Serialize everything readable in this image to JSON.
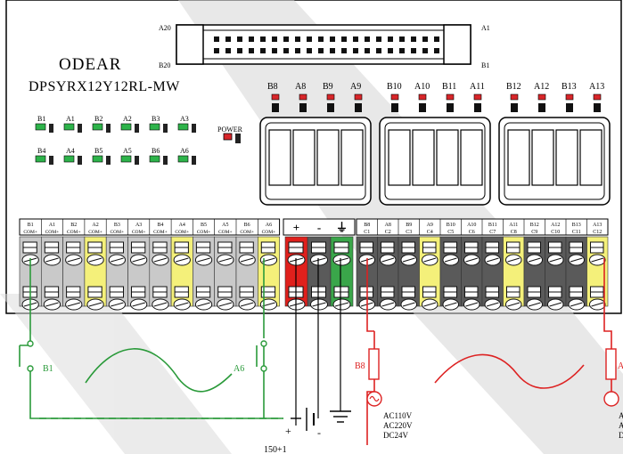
{
  "brand": "ODEAR",
  "model": "DPSYRX12Y12RL-MW",
  "connector": {
    "top_left": "A20",
    "top_right": "A1",
    "bottom_left": "B20",
    "bottom_right": "B1"
  },
  "power_label": "POWER",
  "input_leds": {
    "row1": [
      "B1",
      "A1",
      "B2",
      "A2",
      "B3",
      "A3"
    ],
    "row2": [
      "B4",
      "A4",
      "B5",
      "A5",
      "B6",
      "A6"
    ]
  },
  "relay_groups": [
    [
      "B8",
      "A8",
      "B9",
      "A9"
    ],
    [
      "B10",
      "A10",
      "B11",
      "A11"
    ],
    [
      "B12",
      "A12",
      "B13",
      "A13"
    ]
  ],
  "input_terminals_top": [
    "B1",
    "A1",
    "B2",
    "A2",
    "B3",
    "A3",
    "B4",
    "A4",
    "B5",
    "A5",
    "B6",
    "A6"
  ],
  "input_terminals_bottom": [
    "COM+",
    "COM+",
    "COM+",
    "COM+",
    "COM+",
    "COM+",
    "COM+",
    "COM+",
    "COM+",
    "COM+",
    "COM+",
    "COM+"
  ],
  "power_terminals": [
    "+",
    "-",
    "⏚"
  ],
  "output_terminals_top": [
    "B8",
    "A8",
    "B9",
    "A9",
    "B10",
    "A10",
    "B11",
    "A11",
    "B12",
    "A12",
    "B13",
    "A13"
  ],
  "output_terminals_bottom": [
    "C1",
    "C2",
    "C3",
    "C4",
    "C5",
    "C6",
    "C7",
    "C8",
    "C9",
    "C10",
    "C11",
    "C12"
  ],
  "wiring": {
    "switch_left": "B1",
    "switch_right": "A6",
    "load_left": "B8",
    "load_right": "A",
    "supply_voltages": [
      "AC110V",
      "AC220V",
      "DC24V"
    ],
    "supply_right_partial": [
      "A",
      "A",
      "D"
    ],
    "battery_plus": "+",
    "battery_minus": "-",
    "battery_value": "150+1"
  },
  "colors": {
    "led_green": "#2db34a",
    "led_red": "#d8262a",
    "terminal_grey": "#c9c9c9",
    "terminal_yellow": "#f4f07a",
    "terminal_dark": "#5a5a5a",
    "terminal_red": "#e0201c",
    "terminal_green": "#3aa64a",
    "wire_green": "#2a9a3a",
    "wire_red": "#d22",
    "watermark": "#d8d8d8"
  }
}
